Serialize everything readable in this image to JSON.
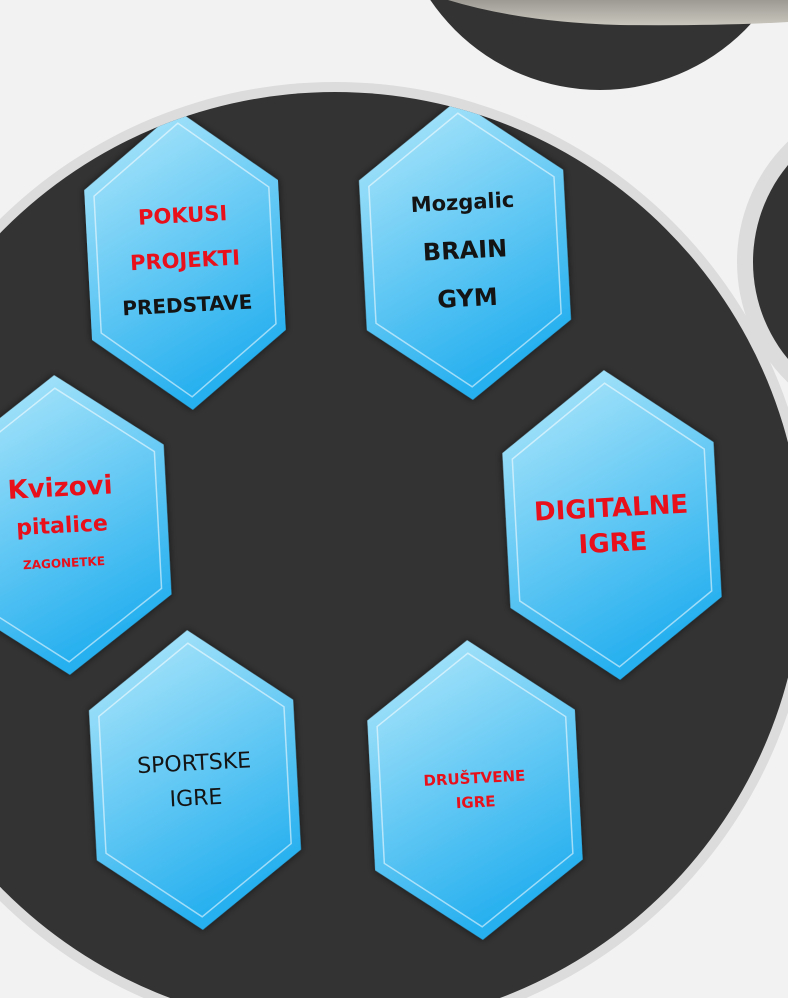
{
  "slide": {
    "background_color": "#f2f2f2",
    "circle_fill": "#333333",
    "circle_ring": "#dcdcdc",
    "hex_fill_light": "#b4e9fb",
    "hex_fill_dark": "#27b0ef",
    "text_dark": "#141414",
    "text_red": "#e8101a"
  },
  "hexagons": [
    {
      "id": "pokusi",
      "lines": [
        {
          "text": "POKUSI",
          "color": "red"
        },
        {
          "text": "PROJEKTI",
          "color": "red"
        },
        {
          "text": "PREDSTAVE",
          "color": "dark"
        }
      ]
    },
    {
      "id": "mozgalice",
      "lines": [
        {
          "text": "Mozgalic",
          "color": "dark"
        },
        {
          "text": "BRAIN",
          "color": "dark"
        },
        {
          "text": "GYM",
          "color": "dark"
        }
      ]
    },
    {
      "id": "kvizovi",
      "lines": [
        {
          "text": "Kvizovi",
          "color": "red"
        },
        {
          "text": "pitalice",
          "color": "red"
        },
        {
          "text": "ZAGONETKE",
          "color": "red"
        }
      ]
    },
    {
      "id": "digitalne",
      "lines": [
        {
          "text": "DIGITALNE",
          "color": "red"
        },
        {
          "text": "IGRE",
          "color": "red"
        }
      ]
    },
    {
      "id": "sportske",
      "lines": [
        {
          "text": "SPORTSKE",
          "color": "dark"
        },
        {
          "text": "IGRE",
          "color": "dark"
        }
      ]
    },
    {
      "id": "drustvene",
      "lines": [
        {
          "text": "DRUŠTVENE",
          "color": "red"
        },
        {
          "text": "IGRE",
          "color": "red"
        }
      ]
    }
  ]
}
